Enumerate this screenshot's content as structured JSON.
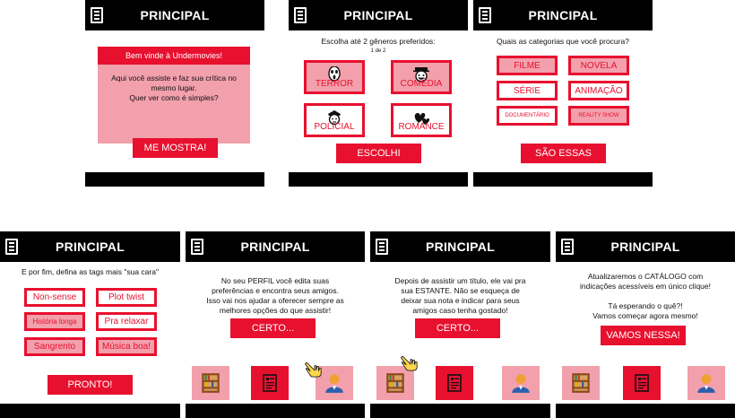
{
  "app": {
    "title": "PRINCIPAL"
  },
  "colors": {
    "accent": "#e8102f",
    "accent_light": "#f2a0ac",
    "bar": "#000000"
  },
  "s1": {
    "card_title": "Bem vinde à Undermovies!",
    "card_body": "Aqui você assiste e faz sua crítica no\nmesmo lugar.\nQuer ver como é simples?",
    "button": "ME MOSTRA!"
  },
  "s2": {
    "prompt": "Escolha até 2 gêneros preferidos:",
    "counter": "1 de 2",
    "genres": [
      {
        "label": "TERROR",
        "icon": "scream-mask-icon"
      },
      {
        "label": "COMÉDIA",
        "icon": "comedy-face-icon"
      },
      {
        "label": "POLICIAL",
        "icon": "police-officer-icon"
      },
      {
        "label": "ROMANCE",
        "icon": "hearts-icon"
      }
    ],
    "button": "ESCOLHI"
  },
  "s3": {
    "prompt": "Quais as categorias que você procura?",
    "categories": [
      "FILME",
      "NOVELA",
      "SÉRIE",
      "ANIMAÇÃO",
      "DOCUMENTÁRIO",
      "REALITY SHOW"
    ],
    "button": "SÃO ESSAS"
  },
  "s4": {
    "prompt": "E por fim, defina as tags mais \"sua cara\"",
    "tags": [
      "Non-sense",
      "Plot twist",
      "História longa",
      "Pra relaxar",
      "Sangrento",
      "Música boa!"
    ],
    "button": "PRONTO!"
  },
  "s5": {
    "text": "No seu PERFIL você edita suas\npreferências e encontra seus amigos.\nIsso vai nos ajudar a oferecer sempre as\nmelhores opções do que assistir!",
    "button": "CERTO..."
  },
  "s6": {
    "text": "Depois de assistir um título, ele vai pra\nsua ESTANTE. Não se esqueça de\ndeixar sua nota e indicar para seus\namigos caso tenha gostado!",
    "button": "CERTO..."
  },
  "s7": {
    "text": "Atualizaremos o CATÁLOGO com\nindicações acessíveis em único clique!\n\nTá esperando o quê?!\nVamos começar agora mesmo!",
    "button": "VAMOS NESSA!"
  },
  "nav_icons": [
    "bookshelf-icon",
    "catalog-icon",
    "profile-icon"
  ]
}
